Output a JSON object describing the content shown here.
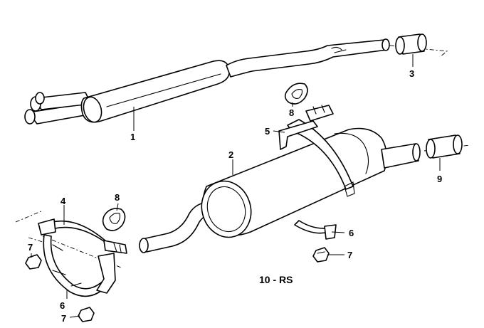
{
  "diagram": {
    "caption": "10 - RS",
    "callouts": {
      "front_pipe": "1",
      "rear_silencer": "2",
      "sleeve_top": "3",
      "clamp_left": "4",
      "bracket_upper": "5",
      "strap_left": "6",
      "strap_right": "6",
      "nut_left_top": "7",
      "nut_left_bottom": "7",
      "nut_right": "7",
      "ring_upper": "8",
      "ring_left": "8",
      "sleeve_right": "9"
    }
  }
}
